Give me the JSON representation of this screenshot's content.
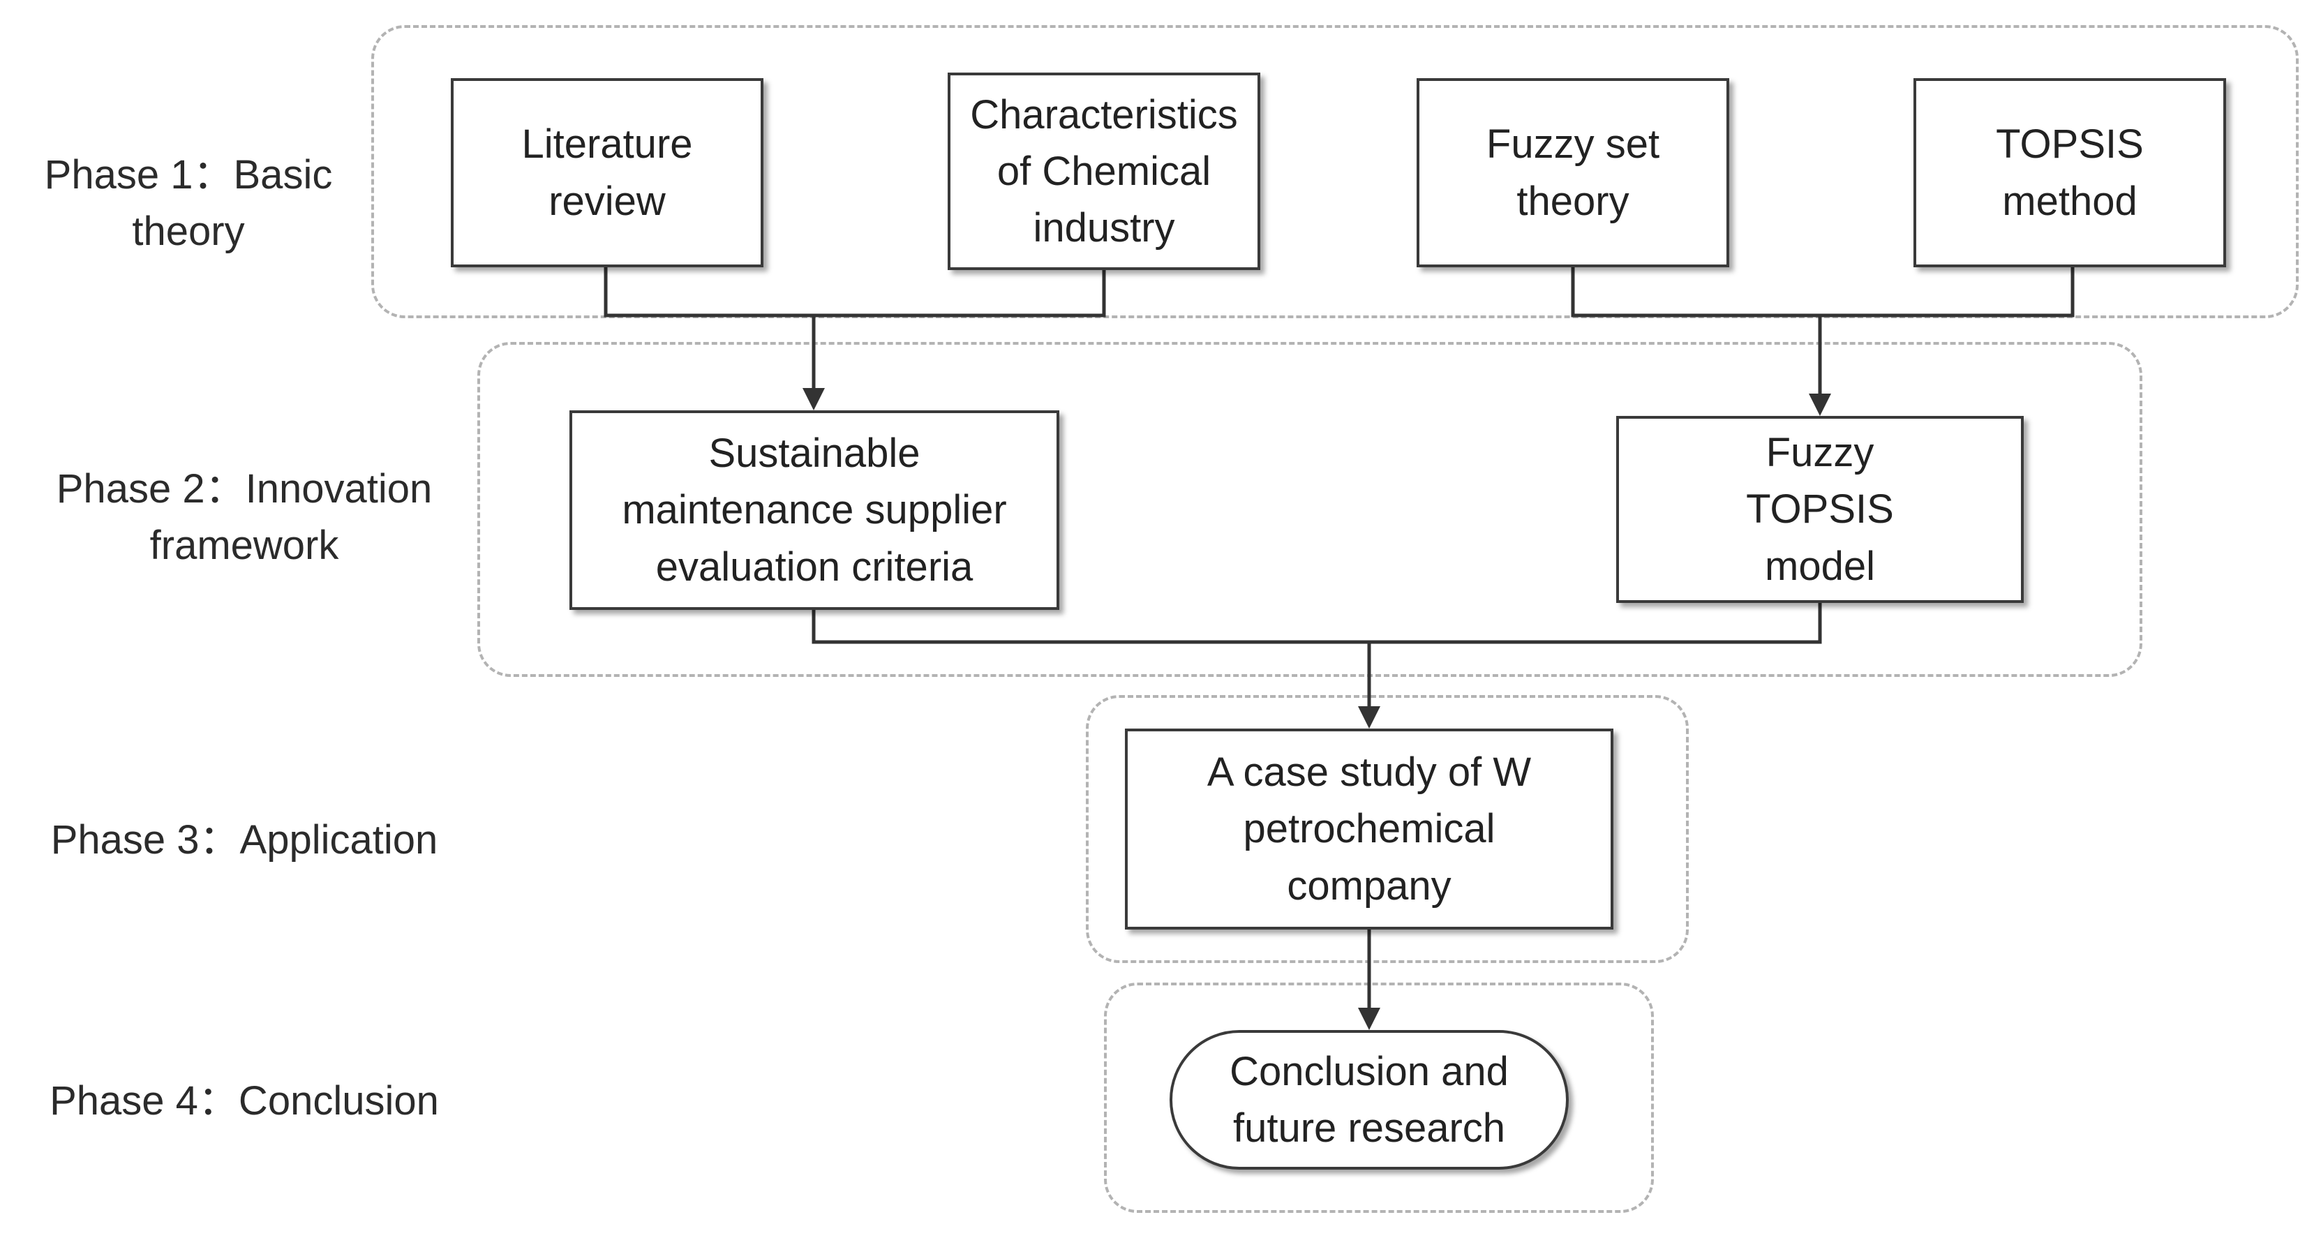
{
  "phases": [
    {
      "id": "phase-1",
      "label": "Phase 1：Basic theory"
    },
    {
      "id": "phase-2",
      "label": "Phase 2：Innovation framework"
    },
    {
      "id": "phase-3",
      "label": "Phase 3：Application"
    },
    {
      "id": "phase-4",
      "label": "Phase 4：Conclusion"
    }
  ],
  "nodes": {
    "literature_review": "Literature review",
    "chemical_characteristics": "Characteristics of Chemical industry",
    "fuzzy_set_theory": "Fuzzy set theory",
    "topsis_method": "TOPSIS method",
    "evaluation_criteria": "Sustainable maintenance supplier evaluation criteria",
    "fuzzy_topsis_model": "Fuzzy TOPSIS model",
    "case_study": "A case study of W petrochemical company",
    "conclusion": "Conclusion and future research"
  },
  "edges": [
    {
      "from": [
        "literature_review",
        "chemical_characteristics"
      ],
      "to": "evaluation_criteria"
    },
    {
      "from": [
        "fuzzy_set_theory",
        "topsis_method"
      ],
      "to": "fuzzy_topsis_model"
    },
    {
      "from": [
        "evaluation_criteria",
        "fuzzy_topsis_model"
      ],
      "to": "case_study"
    },
    {
      "from": [
        "case_study"
      ],
      "to": "conclusion"
    }
  ],
  "colors": {
    "box_border": "#3a3a3a",
    "group_border": "#b3b3b3",
    "line": "#333333",
    "text": "#222222"
  }
}
